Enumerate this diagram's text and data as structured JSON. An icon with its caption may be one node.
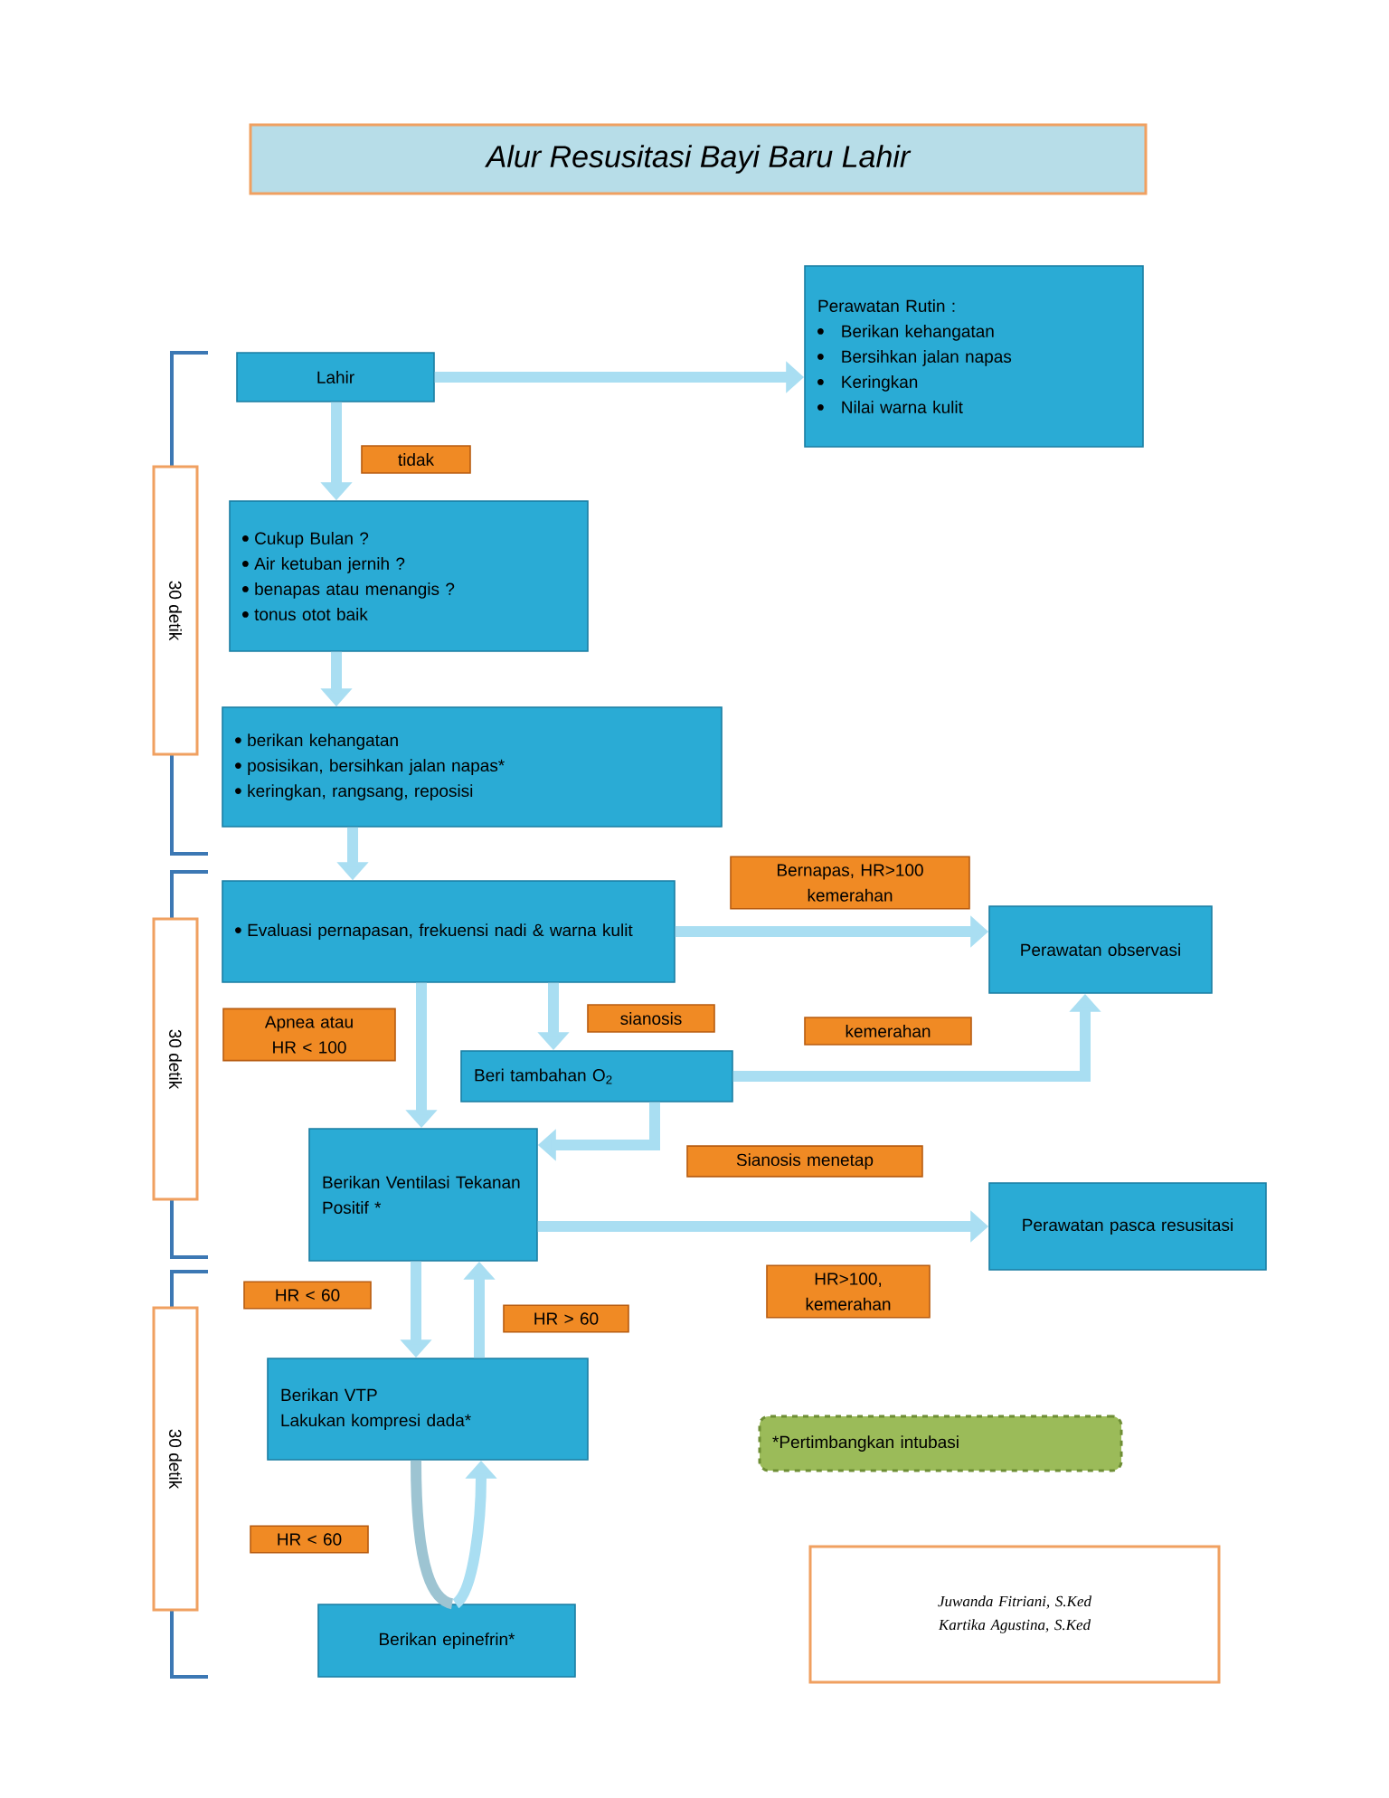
{
  "diagram": {
    "title": "Alur Resusitasi Bayi Baru Lahir",
    "nodes": [
      {
        "text": [
          "Lahir"
        ]
      },
      {
        "text": [
          "Perawatan Rutin :",
          "Berikan kehangatan",
          "Bersihkan jalan napas",
          "Keringkan",
          "Nilai warna kulit"
        ]
      },
      {
        "text": [
          "Cukup Bulan ?",
          "Air ketuban jernih ?",
          "benapas atau menangis ?",
          "tonus otot baik"
        ]
      },
      {
        "text": [
          "berikan kehangatan",
          "posisikan,  bersihkan jalan napas*",
          "keringkan, rangsang, reposisi"
        ]
      },
      {
        "text": [
          "Evaluasi pernapasan, frekuensi nadi & warna kulit"
        ]
      },
      {
        "text": [
          "Perawatan observasi"
        ]
      },
      {
        "text": [
          "Beri tambahan O$_{2}$"
        ]
      },
      {
        "text": [
          "Berikan Ventilasi Tekanan Positif *"
        ]
      },
      {
        "text": [
          "Perawatan pasca resusitasi"
        ]
      },
      {
        "text": [
          "Berikan VTP",
          "Lakukan kompresi dada*"
        ]
      },
      {
        "text": [
          "Berikan epinefrin*"
        ]
      },
      {
        "text": [
          "*Pertimbangkan intubasi"
        ]
      },
      {
        "text": [
          "Juwanda Fitriani, S.Ked",
          "Kartika Agustina, S.Ked"
        ]
      }
    ],
    "edges": [
      {
        "from": 0,
        "to": 1,
        "arrow": "to"
      },
      {
        "from": 0,
        "to": 2,
        "arrow": "to",
        "label": "tidak"
      },
      {
        "from": 2,
        "to": 3,
        "arrow": "to"
      },
      {
        "from": 3,
        "to": 4,
        "arrow": "to"
      },
      {
        "from": 4,
        "to": 5,
        "arrow": "to",
        "label": "Bernapas, HR>100 kemerahan"
      },
      {
        "from": 4,
        "to": 7,
        "arrow": "to",
        "label": "Apnea atau HR < 100"
      },
      {
        "from": 4,
        "to": 6,
        "arrow": "to",
        "label": "sianosis"
      },
      {
        "from": 6,
        "to": 5,
        "arrow": "to",
        "label": "kemerahan"
      },
      {
        "from": 6,
        "to": 7,
        "arrow": "to",
        "label": "Sianosis menetap"
      },
      {
        "from": 7,
        "to": 8,
        "arrow": "to",
        "label": "HR>100, kemerahan"
      },
      {
        "from": 7,
        "to": 9,
        "arrow": "to",
        "label": "HR < 60"
      },
      {
        "from": 9,
        "to": 7,
        "arrow": "to",
        "label": "HR > 60"
      },
      {
        "from": 9,
        "to": 10,
        "arrow": "none",
        "label": "HR < 60",
        "color": "#9dc4d2"
      },
      {
        "from": 10,
        "to": 9,
        "arrow": "to"
      }
    ],
    "labels": [
      "30 detik",
      "30 detik",
      "30 detik"
    ]
  }
}
